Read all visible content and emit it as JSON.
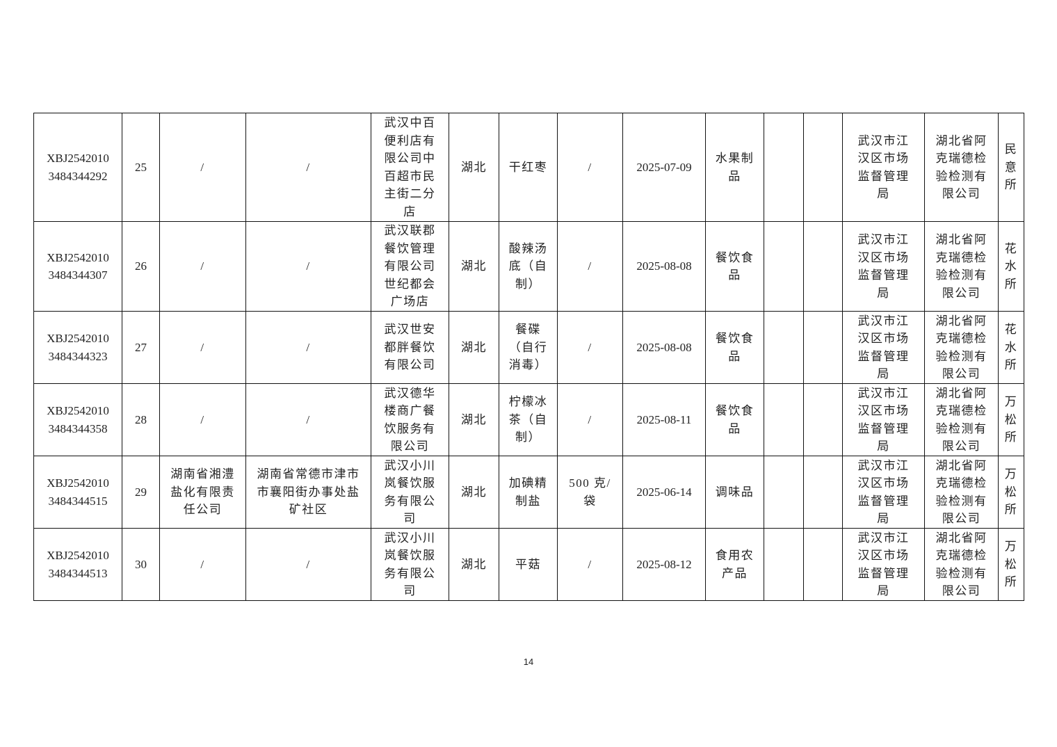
{
  "table": {
    "rows": [
      {
        "cells": [
          "XBJ2542010\n3484344292",
          "25",
          "/",
          "/",
          "武汉中百\n便利店有\n限公司中\n百超市民\n主街二分\n店",
          "湖北",
          "干红枣",
          "/",
          "2025-07-09",
          "水果制\n品",
          "",
          "",
          "武汉市江\n汉区市场\n监督管理\n局",
          "湖北省阿\n克瑞德检\n验检测有\n限公司",
          "民\n意\n所"
        ]
      },
      {
        "cells": [
          "XBJ2542010\n3484344307",
          "26",
          "/",
          "/",
          "武汉联郡\n餐饮管理\n有限公司\n世纪都会\n广场店",
          "湖北",
          "酸辣汤\n底（自\n制）",
          "/",
          "2025-08-08",
          "餐饮食\n品",
          "",
          "",
          "武汉市江\n汉区市场\n监督管理\n局",
          "湖北省阿\n克瑞德检\n验检测有\n限公司",
          "花\n水\n所"
        ]
      },
      {
        "cells": [
          "XBJ2542010\n3484344323",
          "27",
          "/",
          "/",
          "武汉世安\n都胖餐饮\n有限公司",
          "湖北",
          "餐碟\n（自行\n消毒）",
          "/",
          "2025-08-08",
          "餐饮食\n品",
          "",
          "",
          "武汉市江\n汉区市场\n监督管理\n局",
          "湖北省阿\n克瑞德检\n验检测有\n限公司",
          "花\n水\n所"
        ]
      },
      {
        "cells": [
          "XBJ2542010\n3484344358",
          "28",
          "/",
          "/",
          "武汉德华\n楼商广餐\n饮服务有\n限公司",
          "湖北",
          "柠檬冰\n茶（自\n制）",
          "/",
          "2025-08-11",
          "餐饮食\n品",
          "",
          "",
          "武汉市江\n汉区市场\n监督管理\n局",
          "湖北省阿\n克瑞德检\n验检测有\n限公司",
          "万\n松\n所"
        ]
      },
      {
        "cells": [
          "XBJ2542010\n3484344515",
          "29",
          "湖南省湘澧\n盐化有限责\n任公司",
          "湖南省常德市津市\n市襄阳街办事处盐\n矿社区",
          "武汉小川\n岚餐饮服\n务有限公\n司",
          "湖北",
          "加碘精\n制盐",
          "500 克/\n袋",
          "2025-06-14",
          "调味品",
          "",
          "",
          "武汉市江\n汉区市场\n监督管理\n局",
          "湖北省阿\n克瑞德检\n验检测有\n限公司",
          "万\n松\n所"
        ]
      },
      {
        "cells": [
          "XBJ2542010\n3484344513",
          "30",
          "/",
          "/",
          "武汉小川\n岚餐饮服\n务有限公\n司",
          "湖北",
          "平菇",
          "/",
          "2025-08-12",
          "食用农\n产品",
          "",
          "",
          "武汉市江\n汉区市场\n监督管理\n局",
          "湖北省阿\n克瑞德检\n验检测有\n限公司",
          "万\n松\n所"
        ]
      }
    ]
  },
  "footer": {
    "page_number": "14"
  }
}
